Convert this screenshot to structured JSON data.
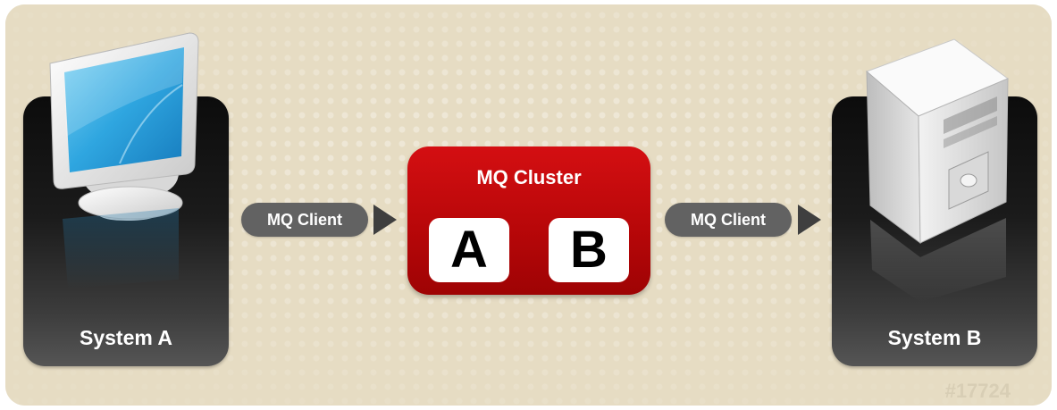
{
  "diagram": {
    "system_a": {
      "label": "System A",
      "icon": "monitor-icon"
    },
    "system_b": {
      "label": "System B",
      "icon": "server-icon"
    },
    "connector_left": {
      "label": "MQ Client"
    },
    "connector_right": {
      "label": "MQ Client"
    },
    "cluster": {
      "title": "MQ Cluster",
      "nodes": [
        "A",
        "B"
      ]
    },
    "watermark": "#17724"
  },
  "colors": {
    "background": "#e6dcc3",
    "system_panel": "#1b1b1b",
    "cluster_red": "#c00a0c",
    "connector_pill": "#626262",
    "arrow": "#3f3f3f"
  }
}
